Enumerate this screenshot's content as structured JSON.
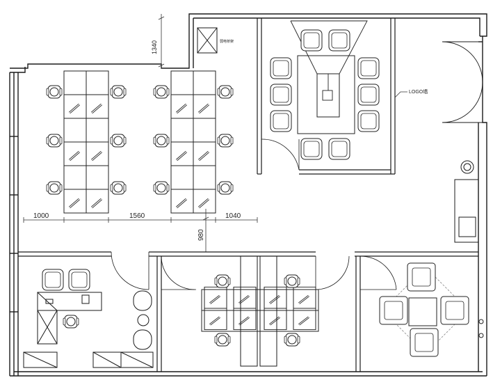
{
  "labels": {
    "dim_top_vertical": "1340",
    "dim_left": "1000",
    "dim_mid": "1560",
    "dim_right": "1040",
    "dim_corridor": "980",
    "elevator_note": "弱电桥架",
    "logo_note": "LOGO墙"
  },
  "colors": {
    "line": "#1a1a1a",
    "thin": "#555555",
    "bg": "#ffffff"
  }
}
